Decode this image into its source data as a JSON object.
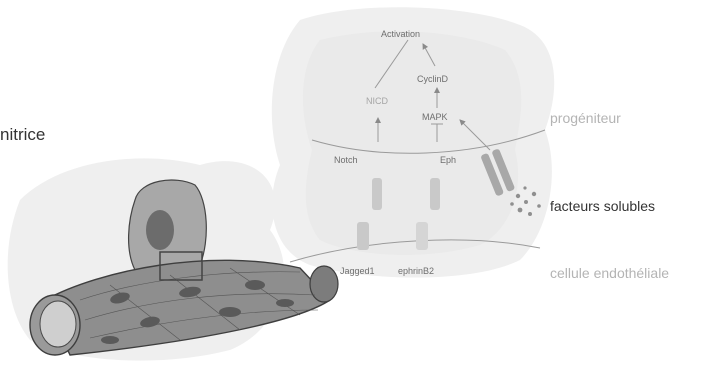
{
  "labels": {
    "left_fragment": "nitrice",
    "progenitor": "progéniteur",
    "soluble_factors": "facteurs solubles",
    "endothelial_cell": "cellule endothéliale"
  },
  "pathway": {
    "activation": "Activation",
    "cyclind": "CyclinD",
    "mapk": "MAPK",
    "nicd": "NICD",
    "notch": "Notch",
    "eph": "Eph",
    "jagged1": "Jagged1",
    "ephrinb2": "ephrinB2"
  },
  "colors": {
    "label_light": "#b4b4b4",
    "label_dark": "#333333",
    "diagram_text": "#6e6e6e",
    "blob": "#ececec",
    "vessel": "#8c8c8c",
    "vessel_dark": "#555555"
  }
}
